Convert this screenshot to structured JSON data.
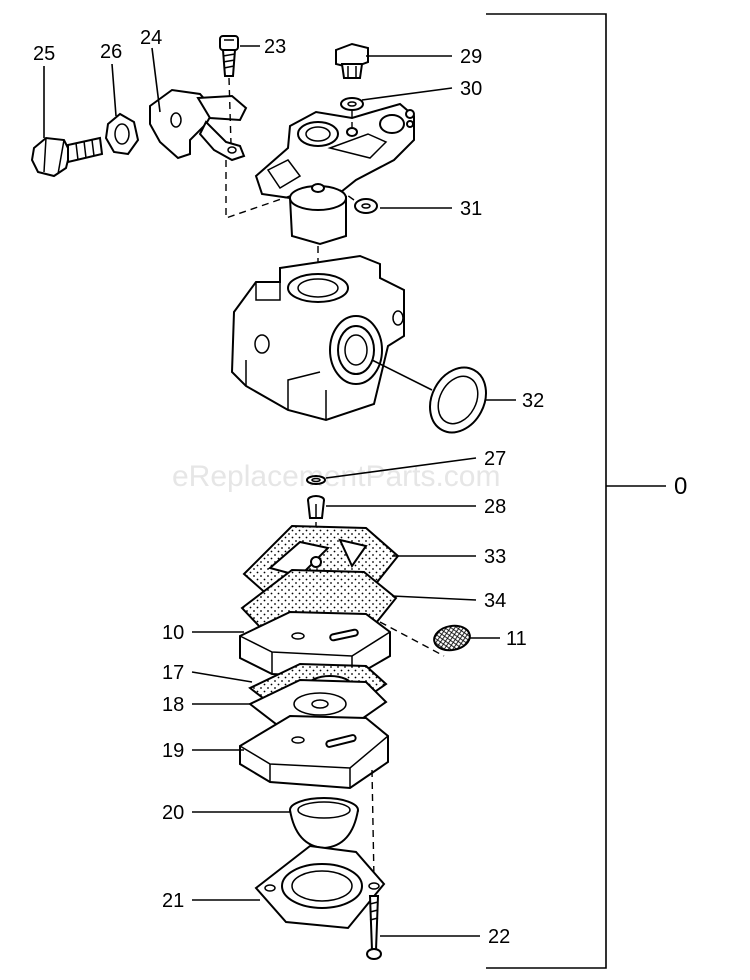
{
  "watermark": "eReplacementParts.com",
  "assembly_label": "0",
  "callouts": {
    "c10": "10",
    "c11": "11",
    "c17": "17",
    "c18": "18",
    "c19": "19",
    "c20": "20",
    "c21": "21",
    "c22": "22",
    "c23": "23",
    "c24": "24",
    "c25": "25",
    "c26": "26",
    "c27": "27",
    "c28": "28",
    "c29": "29",
    "c30": "30",
    "c31": "31",
    "c32": "32",
    "c33": "33",
    "c34": "34"
  }
}
